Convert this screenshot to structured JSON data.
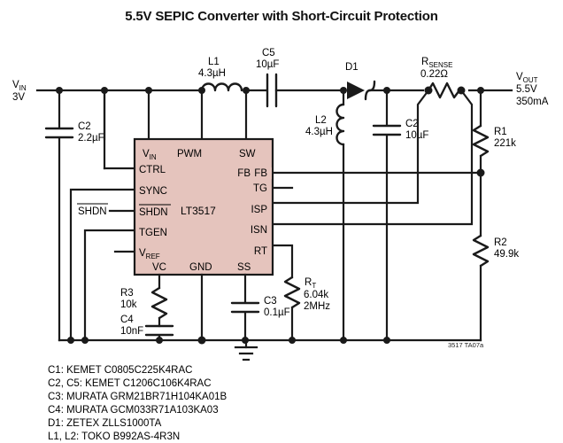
{
  "title": "5.5V SEPIC Converter with Short-Circuit Protection",
  "doc_ref": "3517 TA07a",
  "ic": {
    "name": "LT3517",
    "pins_top": [
      "VIN",
      "PWM",
      "SW"
    ],
    "pins_left": [
      "CTRL",
      "SYNC",
      "SHDN",
      "TGEN",
      "VREF"
    ],
    "pins_right": [
      "FB",
      "TG",
      "ISP",
      "ISN",
      "RT"
    ],
    "pins_bottom": [
      "VC",
      "GND",
      "SS"
    ],
    "pin_labels": {
      "vin_main": "V",
      "vin_sub": "IN",
      "pwm": "PWM",
      "sw": "SW",
      "ctrl": "CTRL",
      "sync": "SYNC",
      "shdn": "SHDN",
      "tgen": "TGEN",
      "vref_main": "V",
      "vref_sub": "REF",
      "fb": "FB",
      "tg": "TG",
      "isp": "ISP",
      "isn": "ISN",
      "rt": "RT",
      "vc": "VC",
      "gnd": "GND",
      "ss": "SS"
    }
  },
  "ports": {
    "vin": {
      "name_main": "V",
      "name_sub": "IN",
      "value": "3V"
    },
    "vout": {
      "name_main": "V",
      "name_sub": "OUT",
      "value": "5.5V",
      "current": "350mA"
    },
    "shdn_label": "SHDN"
  },
  "components": [
    {
      "ref": "C2",
      "value": "2.2µF",
      "type": "capacitor",
      "location": "input"
    },
    {
      "ref": "L1",
      "value": "4.3µH",
      "type": "inductor",
      "location": "primary"
    },
    {
      "ref": "C5",
      "value": "10µF",
      "type": "capacitor",
      "location": "coupling"
    },
    {
      "ref": "D1",
      "value": "",
      "type": "diode",
      "location": "rectifier"
    },
    {
      "ref": "L2",
      "value": "4.3µH",
      "type": "inductor",
      "location": "secondary"
    },
    {
      "ref": "C2",
      "value": "10µF",
      "type": "capacitor",
      "location": "output"
    },
    {
      "ref": "RSENSE",
      "ref_main": "R",
      "ref_sub": "SENSE",
      "value": "0.22Ω",
      "type": "resistor",
      "location": "current-sense"
    },
    {
      "ref": "R1",
      "value": "221k",
      "type": "resistor",
      "location": "feedback-top"
    },
    {
      "ref": "R2",
      "value": "49.9k",
      "type": "resistor",
      "location": "feedback-bottom"
    },
    {
      "ref": "R3",
      "value": "10k",
      "type": "resistor",
      "location": "compensation"
    },
    {
      "ref": "C4",
      "value": "10nF",
      "type": "capacitor",
      "location": "compensation"
    },
    {
      "ref": "C3",
      "value": "0.1µF",
      "type": "capacitor",
      "location": "soft-start"
    },
    {
      "ref": "RT",
      "ref_main": "R",
      "ref_sub": "T",
      "value": "6.04k",
      "note": "2MHz",
      "type": "resistor",
      "location": "timing"
    }
  ],
  "labels": {
    "c2_in_ref": "C2",
    "c2_in_val": "2.2µF",
    "l1_ref": "L1",
    "l1_val": "4.3µH",
    "c5_ref": "C5",
    "c5_val": "10µF",
    "d1_ref": "D1",
    "l2_ref": "L2",
    "l2_val": "4.3µH",
    "c2_out_ref": "C2",
    "c2_out_val": "10µF",
    "rsense_main": "R",
    "rsense_sub": "SENSE",
    "rsense_val": "0.22Ω",
    "r1_ref": "R1",
    "r1_val": "221k",
    "r2_ref": "R2",
    "r2_val": "49.9k",
    "r3_ref": "R3",
    "r3_val": "10k",
    "c4_ref": "C4",
    "c4_val": "10nF",
    "c3_ref": "C3",
    "c3_val": "0.1µF",
    "rt_main": "R",
    "rt_sub": "T",
    "rt_val": "6.04k",
    "rt_freq": "2MHz"
  },
  "bom_notes": [
    "C1: KEMET C0805C225K4RAC",
    "C2, C5: KEMET C1206C106K4RAC",
    "C3: MURATA GRM21BR71H104KA01B",
    "C4: MURATA GCM033R71A103KA03",
    "D1: ZETEX ZLLS1000TA",
    "L1, L2: TOKO B992AS-4R3N"
  ],
  "colors": {
    "ic_fill": "#e5c4bd",
    "wire": "#1a1a1a",
    "background": "#ffffff"
  }
}
